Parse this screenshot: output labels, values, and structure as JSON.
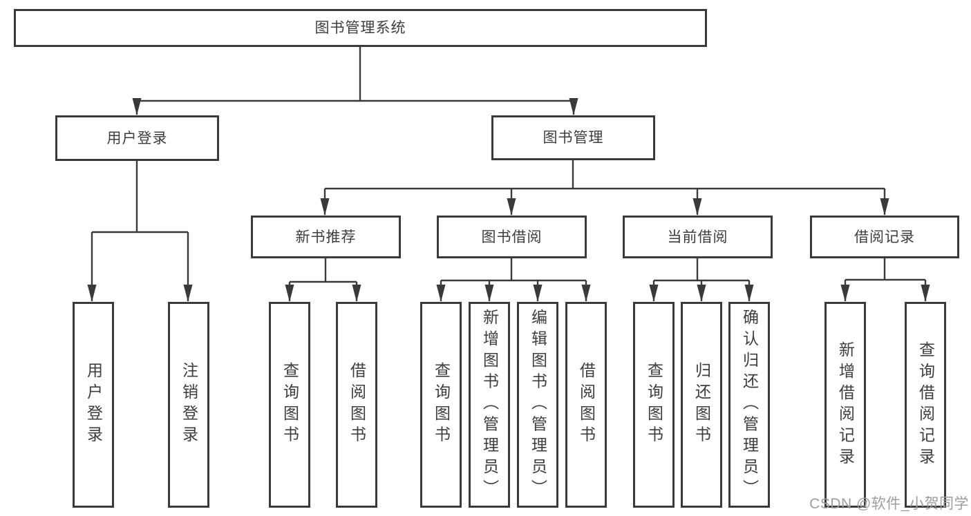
{
  "diagram": {
    "title": "图书管理系统",
    "root": {
      "label": "图书管理系统"
    },
    "level2": [
      {
        "id": "user-login",
        "label": "用户登录"
      },
      {
        "id": "book-management",
        "label": "图书管理"
      }
    ],
    "level3": [
      {
        "id": "new-book-recommend",
        "label": "新书推荐"
      },
      {
        "id": "book-borrow",
        "label": "图书借阅"
      },
      {
        "id": "current-borrow",
        "label": "当前借阅"
      },
      {
        "id": "borrow-records",
        "label": "借阅记录"
      }
    ],
    "leaves": {
      "login": [
        {
          "label": "用户登录"
        },
        {
          "label": "注销登录"
        }
      ],
      "recommend": [
        {
          "label": "查询图书"
        },
        {
          "label": "借阅图书"
        }
      ],
      "borrow": [
        {
          "label": "查询图书"
        },
        {
          "label": "新增图书（管理员）"
        },
        {
          "label": "编辑图书（管理员）"
        },
        {
          "label": "借阅图书"
        }
      ],
      "current": [
        {
          "label": "查询图书"
        },
        {
          "label": "归还图书"
        },
        {
          "label": "确认归还（管理员）"
        }
      ],
      "records": [
        {
          "label": "新增借阅记录"
        },
        {
          "label": "查询借阅记录"
        }
      ]
    }
  },
  "watermark": "CSDN @软件_小贺同学",
  "colors": {
    "line": "#3a3a3a",
    "text": "#3d3d3d",
    "watermark": "#9d9d9d",
    "background": "#ffffff"
  }
}
